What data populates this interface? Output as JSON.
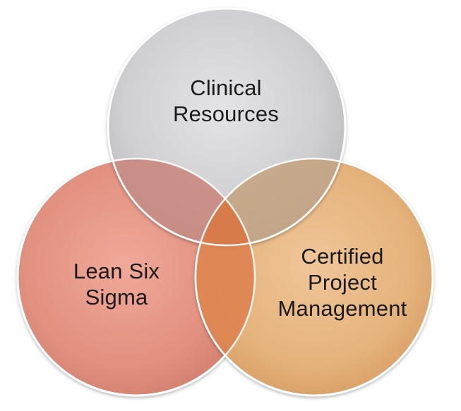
{
  "diagram": {
    "type": "venn",
    "circles": [
      {
        "id": "clinical",
        "lines": [
          "Clinical",
          "Resources"
        ],
        "color": "#c9c9cb"
      },
      {
        "id": "lean",
        "lines": [
          "Lean Six",
          "Sigma"
        ],
        "color": "#e58f80"
      },
      {
        "id": "cpm",
        "lines": [
          "Certified",
          "Project",
          "Management"
        ],
        "color": "#e6b37c"
      }
    ],
    "overlap_colors": {
      "clinical_lean": "#c98479",
      "clinical_cpm": "#c4a27f",
      "lean_cpm": "#de8350",
      "all": "#d67a4a"
    },
    "edge_color": "#ffffff"
  }
}
